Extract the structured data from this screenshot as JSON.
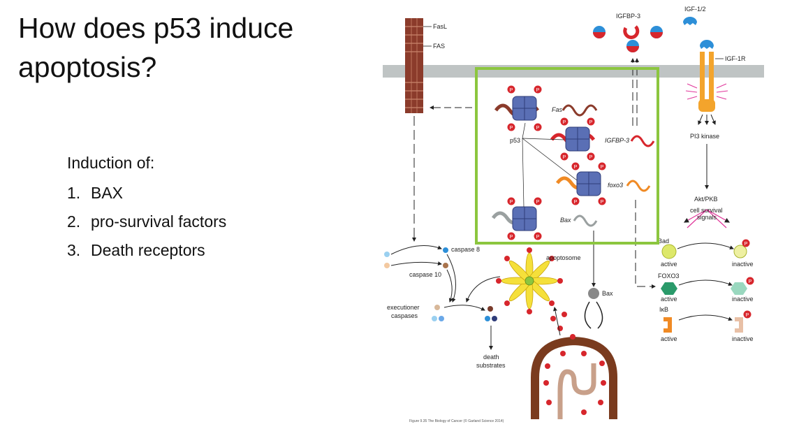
{
  "slide": {
    "title": "How does p53 induce apoptosis?",
    "intro": "Induction of:",
    "items": [
      {
        "num": "1.",
        "text": "BAX"
      },
      {
        "num": "2.",
        "text": "pro-survival factors"
      },
      {
        "num": "3.",
        "text": "Death receptors"
      }
    ]
  },
  "figure": {
    "labels": {
      "fasl": "FasL",
      "fas": "FAS",
      "igfbp3": "IGFBP-3",
      "igf12": "IGF-1/2",
      "igf1r": "IGF-1R",
      "p53": "p53",
      "fas_gene": "Fas",
      "igfbp3_gene": "IGFBP-3",
      "foxo3_gene": "foxo3",
      "bax_gene": "Bax",
      "pi3k": "PI3 kinase",
      "aktpkb": "Akt/PKB",
      "cell_survival": "cell survival",
      "signals": "signals",
      "bad": "Bad",
      "caspase8": "caspase 8",
      "caspase10": "caspase 10",
      "apoptosome": "apoptosome",
      "bax": "Bax",
      "executioner": "executioner",
      "caspases": "caspases",
      "death": "death",
      "substrates": "substrates",
      "active1": "active",
      "inactive1": "inactive",
      "foxo3_protein": "FOXO3",
      "active2": "active",
      "inactive2": "inactive",
      "ikb": "IκB",
      "active3": "active",
      "inactive3": "inactive",
      "phospho": "P"
    },
    "caption": "Figure 9.35 The Biology of Cancer (© Garland Science 2014)",
    "colors": {
      "highlight_box": "#8cc63f",
      "membrane": "#bfc4c4",
      "p53": "#5a6fb5",
      "phospho": "#d7262c",
      "fas_receptor": "#8b3b2b",
      "igf1r": "#f3a42c"
    }
  }
}
